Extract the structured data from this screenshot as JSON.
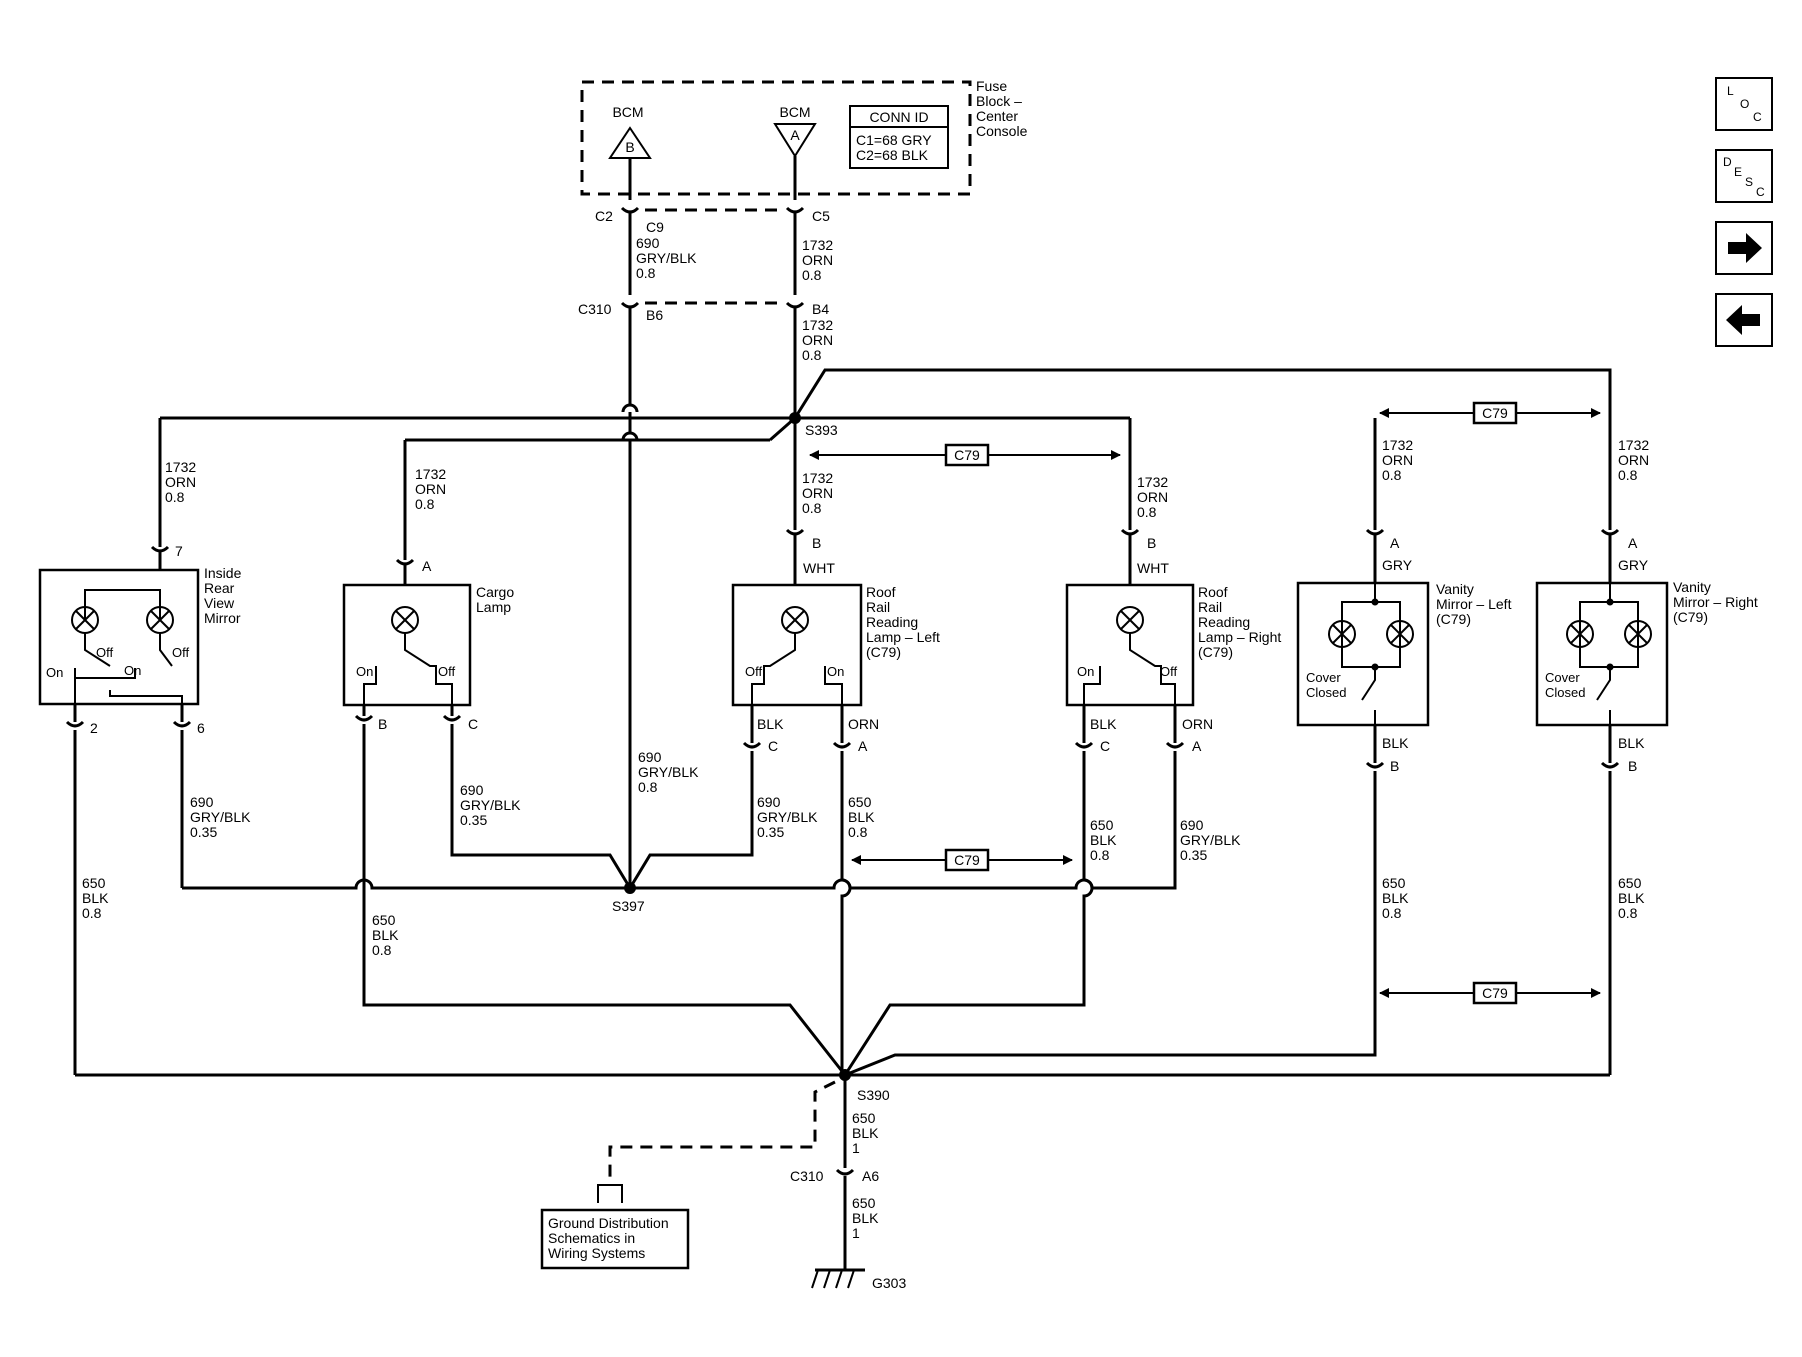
{
  "colors": {
    "line": "#000000",
    "background": "#ffffff"
  },
  "fuse_block": {
    "label": [
      "Fuse",
      "Block –",
      "Center",
      "Console"
    ],
    "bcm_b": {
      "title": "BCM",
      "pin": "B"
    },
    "bcm_a": {
      "title": "BCM",
      "pin": "A"
    },
    "conn_id": {
      "title": "CONN ID",
      "c1": "C1=68 GRY",
      "c2": "C2=68 BLK"
    }
  },
  "nav": [
    {
      "name": "loc-button",
      "letters": [
        "L",
        "O",
        "C"
      ]
    },
    {
      "name": "desc-button",
      "letters": [
        "D",
        "E",
        "S",
        "C"
      ]
    },
    {
      "name": "next-button",
      "icon": "right-arrow-icon"
    },
    {
      "name": "back-button",
      "icon": "left-arrow-icon"
    }
  ],
  "connectors": {
    "c2": "C2",
    "c9": "C9",
    "c5": "C5",
    "c310_top": "C310",
    "b6": "B6",
    "b4": "B4",
    "c310_bottom": "C310",
    "a6": "A6"
  },
  "splices": {
    "s393": "S393",
    "s397": "S397",
    "s390": "S390",
    "g303": "G303"
  },
  "c79_tag": "C79",
  "wires": {
    "w690_top": [
      "690",
      "GRY/BLK",
      "0.8"
    ],
    "w1732_top": [
      "1732",
      "ORN",
      "0.8"
    ],
    "w1732_b4": [
      "1732",
      "ORN",
      "0.8"
    ],
    "w1732_mirror": [
      "1732",
      "ORN",
      "0.8"
    ],
    "w1732_cargo": [
      "1732",
      "ORN",
      "0.8"
    ],
    "w1732_roof_left": [
      "1732",
      "ORN",
      "0.8"
    ],
    "w1732_roof_right": [
      "1732",
      "ORN",
      "0.8"
    ],
    "w1732_vanity_left": [
      "1732",
      "ORN",
      "0.8"
    ],
    "w1732_vanity_right": [
      "1732",
      "ORN",
      "0.8"
    ],
    "w690_mirror": [
      "690",
      "GRY/BLK",
      "0.35"
    ],
    "w690_cargo": [
      "690",
      "GRY/BLK",
      "0.35"
    ],
    "w690_center": [
      "690",
      "GRY/BLK",
      "0.8"
    ],
    "w690_roof_left": [
      "690",
      "GRY/BLK",
      "0.35"
    ],
    "w650_roof_left": [
      "650",
      "BLK",
      "0.8"
    ],
    "w650_roof_right": [
      "650",
      "BLK",
      "0.8"
    ],
    "w690_roof_right": [
      "690",
      "GRY/BLK",
      "0.35"
    ],
    "w650_mirror": [
      "650",
      "BLK",
      "0.8"
    ],
    "w650_cargo": [
      "650",
      "BLK",
      "0.8"
    ],
    "w650_vanity_left": [
      "650",
      "BLK",
      "0.8"
    ],
    "w650_vanity_right": [
      "650",
      "BLK",
      "0.8"
    ],
    "w650_s390": [
      "650",
      "BLK",
      "1"
    ],
    "w650_g303": [
      "650",
      "BLK",
      "1"
    ]
  },
  "components": {
    "mirror": {
      "label": [
        "Inside",
        "Rear",
        "View",
        "Mirror"
      ],
      "pin_top": "7",
      "pin_left": "2",
      "pin_right": "6",
      "on1": "On",
      "off1": "Off",
      "on2": "On",
      "off2": "Off"
    },
    "cargo": {
      "label": [
        "Cargo",
        "Lamp"
      ],
      "pin_top": "A",
      "pin_left": "B",
      "pin_right": "C",
      "on": "On",
      "off": "Off"
    },
    "roof_left": {
      "label": [
        "Roof",
        "Rail",
        "Reading",
        "Lamp – Left",
        "(C79)"
      ],
      "pin_top": "B",
      "wire_top": "WHT",
      "pin_left": "C",
      "pin_right": "A",
      "wire_left": "BLK",
      "wire_right": "ORN",
      "off": "Off",
      "on": "On"
    },
    "roof_right": {
      "label": [
        "Roof",
        "Rail",
        "Reading",
        "Lamp – Right",
        "(C79)"
      ],
      "pin_top": "B",
      "wire_top": "WHT",
      "pin_left": "C",
      "pin_right": "A",
      "wire_left": "BLK",
      "wire_right": "ORN",
      "on": "On",
      "off": "Off"
    },
    "vanity_left": {
      "label": [
        "Vanity",
        "Mirror – Left",
        "(C79)"
      ],
      "pin_top": "A",
      "wire_top": "GRY",
      "pin_bottom": "B",
      "wire_bottom": "BLK",
      "switch": [
        "Cover",
        "Closed"
      ]
    },
    "vanity_right": {
      "label": [
        "Vanity",
        "Mirror – Right",
        "(C79)"
      ],
      "pin_top": "A",
      "wire_top": "GRY",
      "pin_bottom": "B",
      "wire_bottom": "BLK",
      "switch": [
        "Cover",
        "Closed"
      ]
    }
  },
  "ground_note": [
    "Ground Distribution",
    "Schematics in",
    "Wiring Systems"
  ]
}
